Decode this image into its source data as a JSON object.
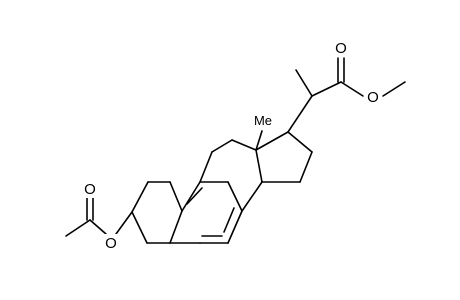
{
  "molecule": {
    "labels": {
      "ester_carbonyl_o": "O",
      "ester_ether_o": "O",
      "acetate_carbonyl_o": "O",
      "acetate_ether_o": "O",
      "methyl": "Me"
    }
  },
  "colors": {
    "bond": "#000000",
    "background": "#ffffff"
  }
}
